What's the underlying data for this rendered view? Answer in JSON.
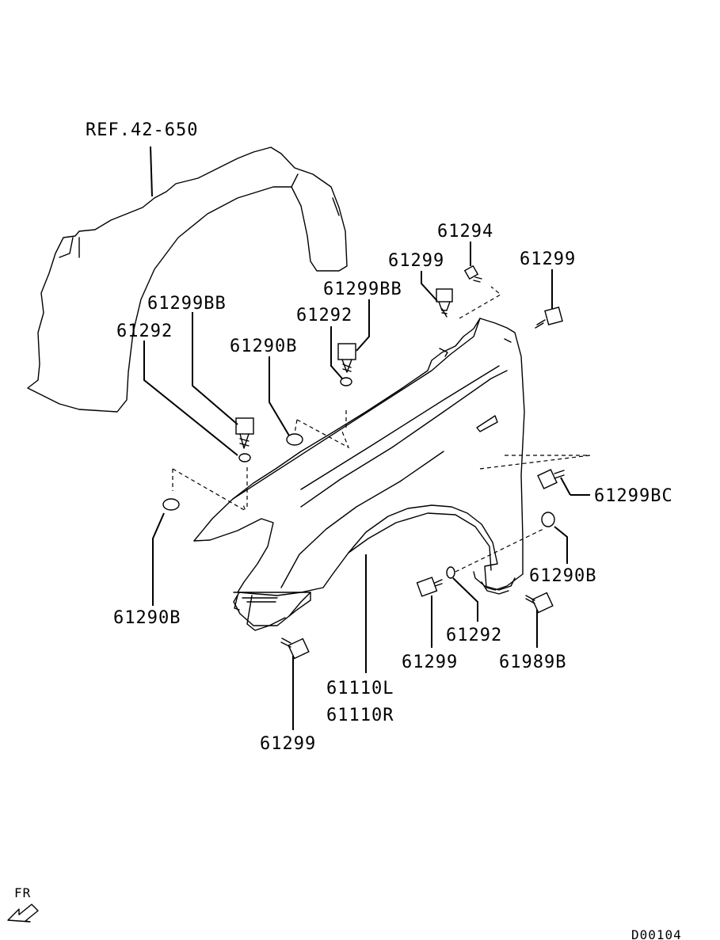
{
  "labels": {
    "ref": "REF.42-650",
    "p61294": "61294",
    "p61299_top": "61299",
    "p61299_right": "61299",
    "p61299bb_mid": "61299BB",
    "p61292_mid": "61292",
    "p61299bb_left": "61299BB",
    "p61292_left": "61292",
    "p61290b_mid": "61290B",
    "p61299bc": "61299BC",
    "p61290b_right": "61290B",
    "p61290b_left": "61290B",
    "p61292_bottom": "61292",
    "p61299_bottom_mid": "61299",
    "p61989b": "61989B",
    "p61110l": "61110L",
    "p61110r": "61110R",
    "p61299_bottom_left": "61299"
  },
  "footer": {
    "fr": "FR",
    "code": "D00104"
  }
}
